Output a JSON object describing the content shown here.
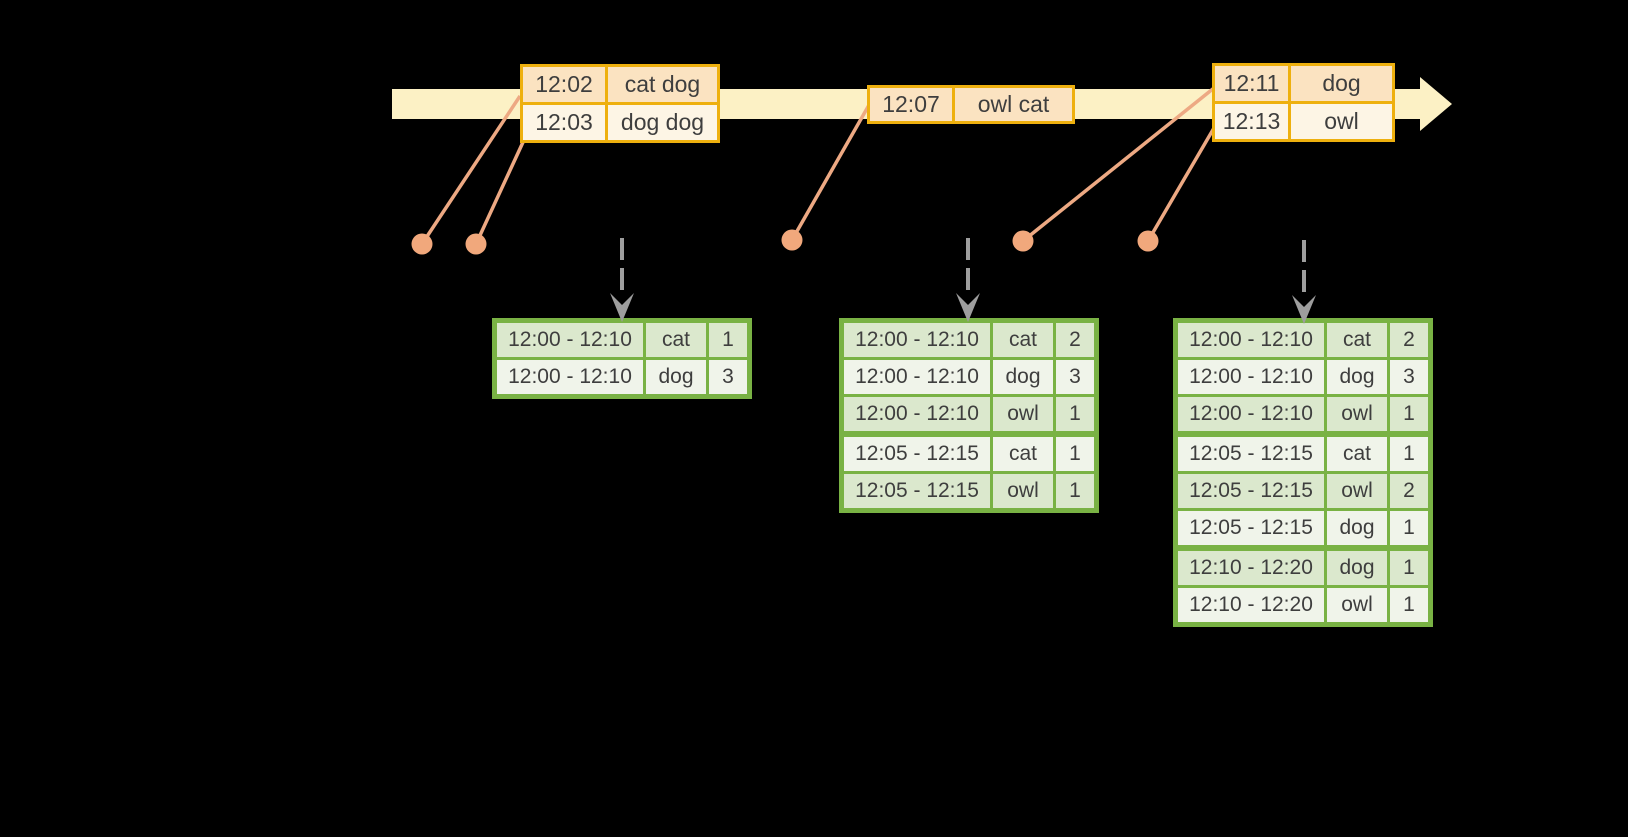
{
  "timeline": {
    "event_tables": [
      {
        "rows": [
          {
            "time": "12:02",
            "words": "cat dog"
          },
          {
            "time": "12:03",
            "words": "dog dog"
          }
        ]
      },
      {
        "rows": [
          {
            "time": "12:07",
            "words": "owl cat"
          }
        ]
      },
      {
        "rows": [
          {
            "time": "12:11",
            "words": "dog"
          },
          {
            "time": "12:13",
            "words": "owl"
          }
        ]
      }
    ]
  },
  "result_tables": [
    {
      "groups": [
        {
          "rows": [
            {
              "window": "12:00 - 12:10",
              "word": "cat",
              "count": "1"
            },
            {
              "window": "12:00 - 12:10",
              "word": "dog",
              "count": "3"
            }
          ]
        }
      ]
    },
    {
      "groups": [
        {
          "rows": [
            {
              "window": "12:00 - 12:10",
              "word": "cat",
              "count": "2"
            },
            {
              "window": "12:00 - 12:10",
              "word": "dog",
              "count": "3"
            },
            {
              "window": "12:00 - 12:10",
              "word": "owl",
              "count": "1"
            }
          ]
        },
        {
          "rows": [
            {
              "window": "12:05 - 12:15",
              "word": "cat",
              "count": "1"
            },
            {
              "window": "12:05 - 12:15",
              "word": "owl",
              "count": "1"
            }
          ]
        }
      ]
    },
    {
      "groups": [
        {
          "rows": [
            {
              "window": "12:00 - 12:10",
              "word": "cat",
              "count": "2"
            },
            {
              "window": "12:00 - 12:10",
              "word": "dog",
              "count": "3"
            },
            {
              "window": "12:00 - 12:10",
              "word": "owl",
              "count": "1"
            }
          ]
        },
        {
          "rows": [
            {
              "window": "12:05 - 12:15",
              "word": "cat",
              "count": "1"
            },
            {
              "window": "12:05 - 12:15",
              "word": "owl",
              "count": "2"
            },
            {
              "window": "12:05 - 12:15",
              "word": "dog",
              "count": "1"
            }
          ]
        },
        {
          "rows": [
            {
              "window": "12:10 - 12:20",
              "word": "dog",
              "count": "1"
            },
            {
              "window": "12:10 - 12:20",
              "word": "owl",
              "count": "1"
            }
          ]
        }
      ]
    }
  ],
  "colors": {
    "background": "#000000",
    "timeline_band": "#fcf1c5",
    "event_table_border": "#eeb00e",
    "event_row_dark": "#fbe3c1",
    "event_row_light": "#fdf5e5",
    "marker_dot": "#f1a87c",
    "marker_line": "#eda983",
    "result_table_border": "#79b244",
    "result_row_dark": "#dbe8cd",
    "result_row_light": "#f0f4ea",
    "trigger_arrow": "#9e9e9e",
    "text": "#3e3e3e"
  }
}
